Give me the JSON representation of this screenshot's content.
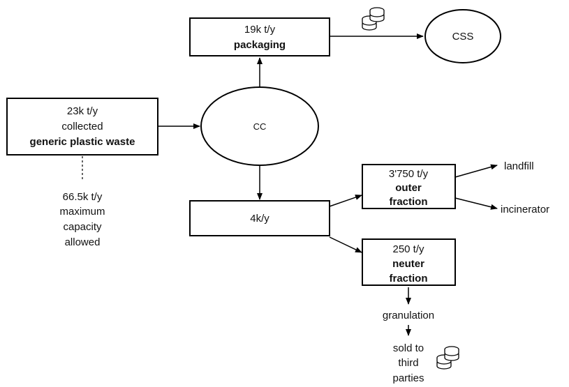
{
  "nodes": {
    "collected": {
      "line1": "23k t/y",
      "line2": "collected",
      "line3": "generic plastic waste"
    },
    "capacity": {
      "line1": "66.5k t/y",
      "line2": "maximum",
      "line3": "capacity",
      "line4": "allowed"
    },
    "cc": {
      "label": "CC"
    },
    "packaging": {
      "line1": "19k t/y",
      "line2": "packaging"
    },
    "css": {
      "label": "CSS"
    },
    "mixed": {
      "label": "4k/y"
    },
    "outer": {
      "line1": "3'750 t/y",
      "line2": "outer",
      "line3": "fraction"
    },
    "landfill": {
      "label": "landfill"
    },
    "incinerator": {
      "label": "incinerator"
    },
    "neuter": {
      "line1": "250 t/y",
      "line2": "neuter",
      "line3": "fraction"
    },
    "granulation": {
      "label": "granulation"
    },
    "sold": {
      "line1": "sold to",
      "line2": "third",
      "line3": "parties"
    }
  },
  "icons": {
    "money_top": "coins-stack-icon",
    "money_bottom": "coins-stack-icon"
  }
}
